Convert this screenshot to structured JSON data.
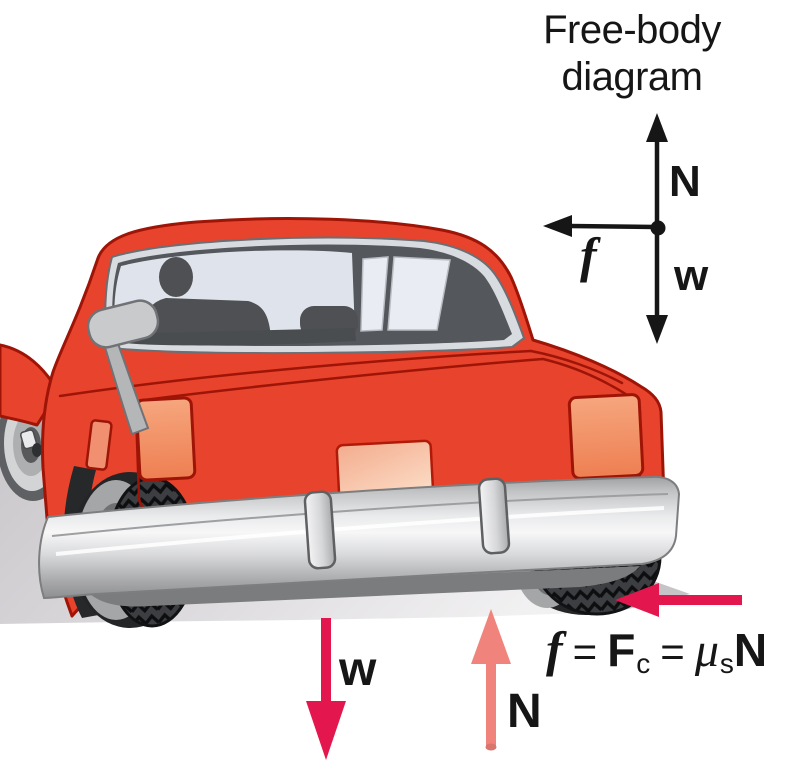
{
  "figure": {
    "free_body_diagram": {
      "title_line1": "Free-body",
      "title_line2": "diagram",
      "normal_label": "N",
      "weight_label": "w",
      "friction_label": "f"
    },
    "car_diagram": {
      "weight_label": "w",
      "normal_label": "N"
    },
    "equation": {
      "friction_symbol": "f",
      "equals_1": "=",
      "force_symbol": "F",
      "force_subscript": "c",
      "equals_2": "=",
      "mu_symbol": "μ",
      "mu_subscript": "s",
      "normal_symbol": "N"
    },
    "colors": {
      "force_red": "#e3174d",
      "normal_salmon": "#f0837b",
      "car_red": "#e8432c",
      "outline_dark_red": "#9e1507",
      "text_black": "#161616",
      "road_gray": "#d4d2d5",
      "glass_blue": "#dfe3ec",
      "chrome_gray": "#d6d7d9",
      "tire_dark": "#2b2d2f"
    }
  }
}
